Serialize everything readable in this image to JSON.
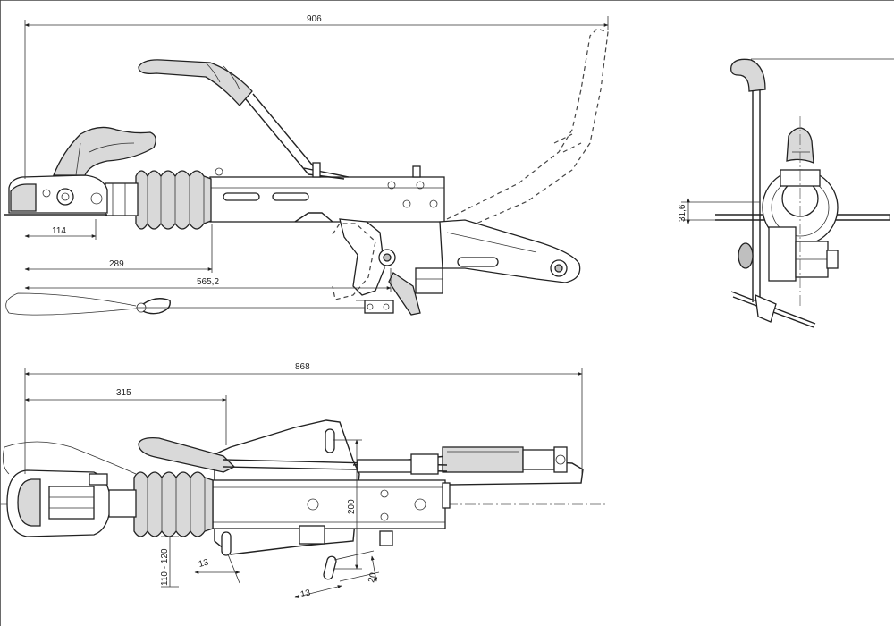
{
  "dimensions": {
    "side_overall": "906",
    "side_114": "114",
    "side_289": "289",
    "side_565": "565,2",
    "front_31": "31,6",
    "plan_overall": "868",
    "plan_315": "315",
    "plan_200": "200",
    "plan_110_120": "110 - 120",
    "plan_13_a": "13",
    "plan_13_b": "13",
    "plan_20": "20"
  },
  "colors": {
    "line": "#222222",
    "shade": "#d9d9d9",
    "paper": "#ffffff"
  }
}
